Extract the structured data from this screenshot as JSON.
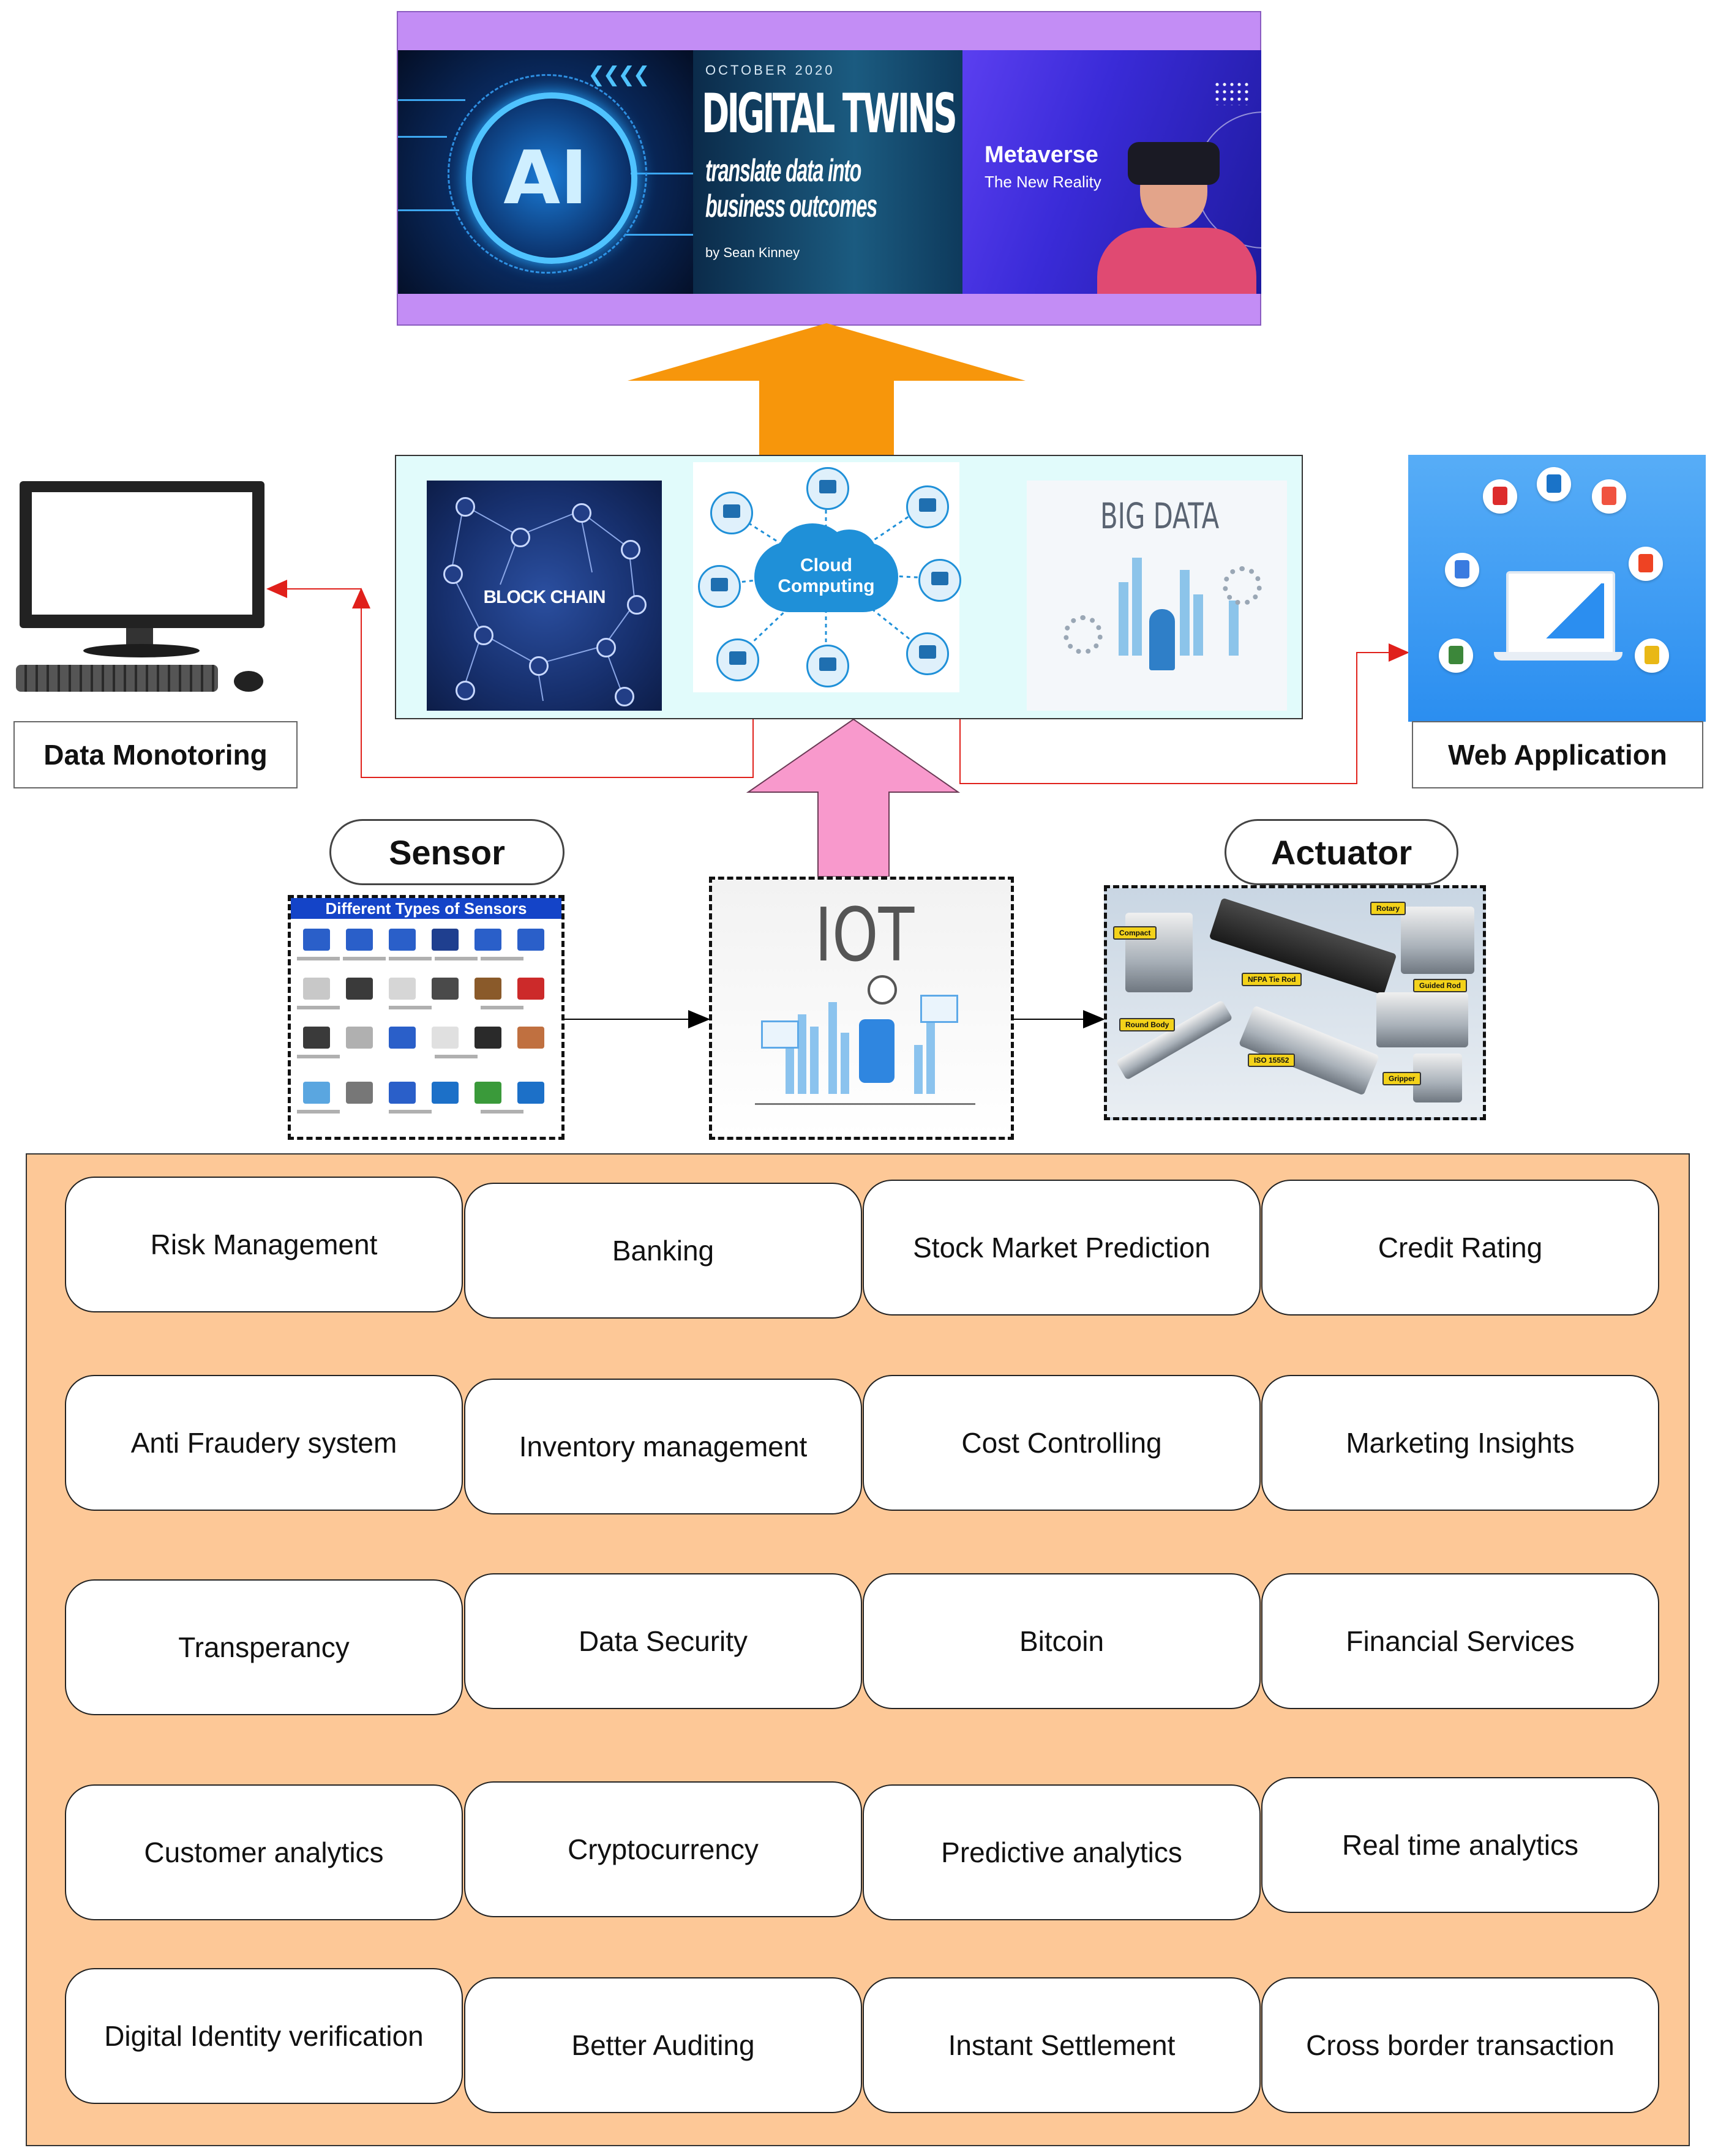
{
  "banner": {
    "ai_text": "AI",
    "dt_month": "OCTOBER 2020",
    "dt_title": "DIGITAL TWINS",
    "dt_subtitle_1": "translate data into",
    "dt_subtitle_2": "business outcomes",
    "dt_byline": "by Sean Kinney",
    "mv_title": "Metaverse",
    "mv_subtitle": "The New Reality"
  },
  "tech": {
    "blockchain_label": "BLOCK CHAIN",
    "cloud_label_1": "Cloud",
    "cloud_label_2": "Computing",
    "bigdata_label": "BIG DATA"
  },
  "captions": {
    "data_monitoring": "Data Monotoring",
    "web_application": "Web Application",
    "sensor": "Sensor",
    "actuator": "Actuator"
  },
  "sensors": {
    "header": "Different Types of Sensors"
  },
  "iot": {
    "label": "IOT"
  },
  "actuators": {
    "tags": [
      "Compact",
      "Rotary",
      "NFPA Tie Rod",
      "Guided Rod",
      "Round Body",
      "ISO 15552",
      "Gripper"
    ]
  },
  "applications": [
    [
      "Risk Management",
      "Banking",
      "Stock Market Prediction",
      "Credit Rating"
    ],
    [
      "Anti Fraudery system",
      "Inventory management",
      "Cost Controlling",
      "Marketing Insights"
    ],
    [
      "Transperancy",
      "Data Security",
      "Bitcoin",
      "Financial Services"
    ],
    [
      "Customer analytics",
      "Cryptocurrency",
      "Predictive analytics",
      "Real time analytics"
    ],
    [
      "Digital Identity verification",
      "Better Auditing",
      "Instant Settlement",
      "Cross border transaction"
    ]
  ],
  "colors": {
    "orange_arrow": "#f7960b",
    "pink_arrow": "#f899cc",
    "red_connector": "#e0201b",
    "banner_bg": "#c38df5",
    "tech_bg": "#e1fbfb",
    "app_panel_bg": "#fdc897"
  }
}
